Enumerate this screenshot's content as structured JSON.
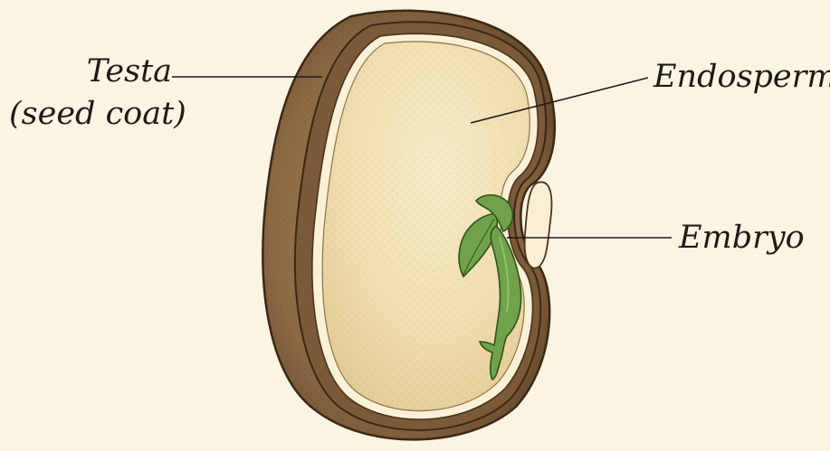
{
  "diagram": {
    "labels": {
      "testa": "Testa",
      "testa_sub": "(seed coat)",
      "endosperm": "Endosperm",
      "embryo": "Embryo"
    },
    "colors": {
      "background": "#fcf4e3",
      "seed_coat": "#8c6a45",
      "seed_coat_dark": "#5e4226",
      "endosperm": "#f1dfb2",
      "inner_rim": "#fbf1d8",
      "embryo": "#6fa24a",
      "embryo_dark": "#3f6e26",
      "leader_line": "#1e1a16"
    }
  }
}
